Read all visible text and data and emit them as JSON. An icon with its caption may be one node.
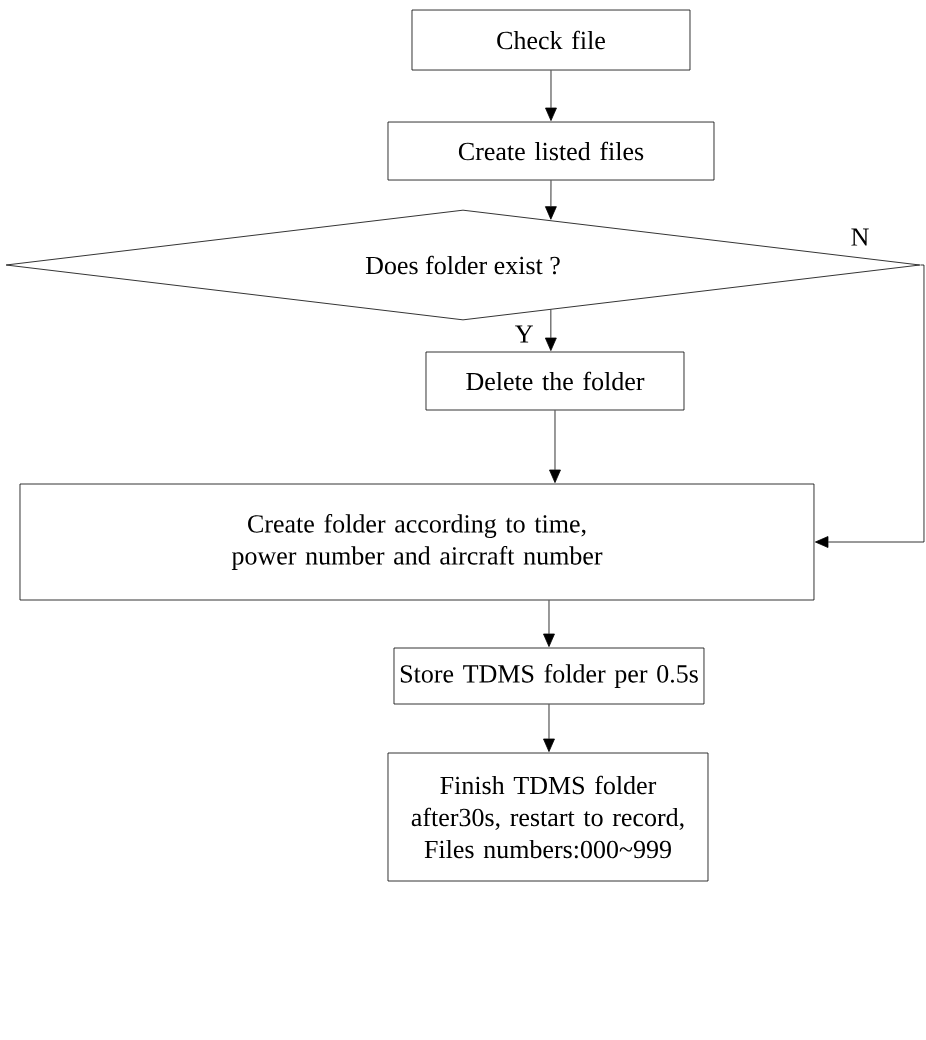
{
  "diagram": {
    "nodes": [
      {
        "text": [
          "Check file"
        ]
      },
      {
        "text": [
          "Create listed files"
        ]
      },
      {
        "text": [
          "Does folder exist ?"
        ]
      },
      {
        "text": [
          "Delete the folder"
        ]
      },
      {
        "text": [
          "Create folder according to time, power number and aircraft number"
        ]
      },
      {
        "text": [
          "Store TDMS folder per 0.5s"
        ]
      },
      {
        "text": [
          "Finish TDMS folder after30s, restart to record, Files numbers:000~999"
        ]
      }
    ],
    "edges": [
      {
        "from": 0,
        "to": 1,
        "arrow": "to"
      },
      {
        "from": 1,
        "to": 2,
        "arrow": "to"
      },
      {
        "from": 2,
        "to": 3,
        "arrow": "to",
        "label": "Y"
      },
      {
        "from": 2,
        "to": 4,
        "arrow": "to",
        "label": "N"
      },
      {
        "from": 3,
        "to": 4,
        "arrow": "to"
      },
      {
        "from": 4,
        "to": 5,
        "arrow": "to"
      },
      {
        "from": 5,
        "to": 6,
        "arrow": "to"
      }
    ]
  }
}
